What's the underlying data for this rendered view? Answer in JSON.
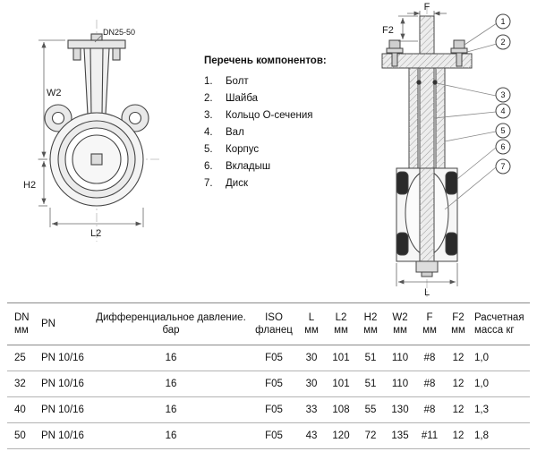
{
  "components": {
    "title": "Перечень компонентов:",
    "items": [
      {
        "num": "1.",
        "label": "Болт"
      },
      {
        "num": "2.",
        "label": "Шайба"
      },
      {
        "num": "3.",
        "label": "Кольцо О-сечения"
      },
      {
        "num": "4.",
        "label": "Вал"
      },
      {
        "num": "5.",
        "label": "Корпус"
      },
      {
        "num": "6.",
        "label": "Вкладыш"
      },
      {
        "num": "7.",
        "label": "Диск"
      }
    ]
  },
  "front_view": {
    "dn_label": "DN25-50",
    "dim_w2": "W2",
    "dim_h2": "H2",
    "dim_l2": "L2"
  },
  "section_view": {
    "dim_f": "F",
    "dim_f2": "F2",
    "dim_l": "L",
    "callouts": [
      "1",
      "2",
      "3",
      "4",
      "5",
      "6",
      "7"
    ]
  },
  "table": {
    "headers": [
      {
        "l1": "DN",
        "l2": "мм"
      },
      {
        "l1": "PN",
        "l2": ""
      },
      {
        "l1": "Дифференциальное давление.",
        "l2": "бар"
      },
      {
        "l1": "ISO",
        "l2": "фланец"
      },
      {
        "l1": "L",
        "l2": "мм"
      },
      {
        "l1": "L2",
        "l2": "мм"
      },
      {
        "l1": "H2",
        "l2": "мм"
      },
      {
        "l1": "W2",
        "l2": "мм"
      },
      {
        "l1": "F",
        "l2": "мм"
      },
      {
        "l1": "F2",
        "l2": "мм"
      },
      {
        "l1": "Расчетная",
        "l2": "масса кг"
      }
    ],
    "rows": [
      [
        "25",
        "PN 10/16",
        "16",
        "F05",
        "30",
        "101",
        "51",
        "110",
        "#8",
        "12",
        "1,0"
      ],
      [
        "32",
        "PN 10/16",
        "16",
        "F05",
        "30",
        "101",
        "51",
        "110",
        "#8",
        "12",
        "1,0"
      ],
      [
        "40",
        "PN 10/16",
        "16",
        "F05",
        "33",
        "108",
        "55",
        "130",
        "#8",
        "12",
        "1,3"
      ],
      [
        "50",
        "PN 10/16",
        "16",
        "F05",
        "43",
        "120",
        "72",
        "135",
        "#11",
        "12",
        "1,8"
      ]
    ]
  }
}
